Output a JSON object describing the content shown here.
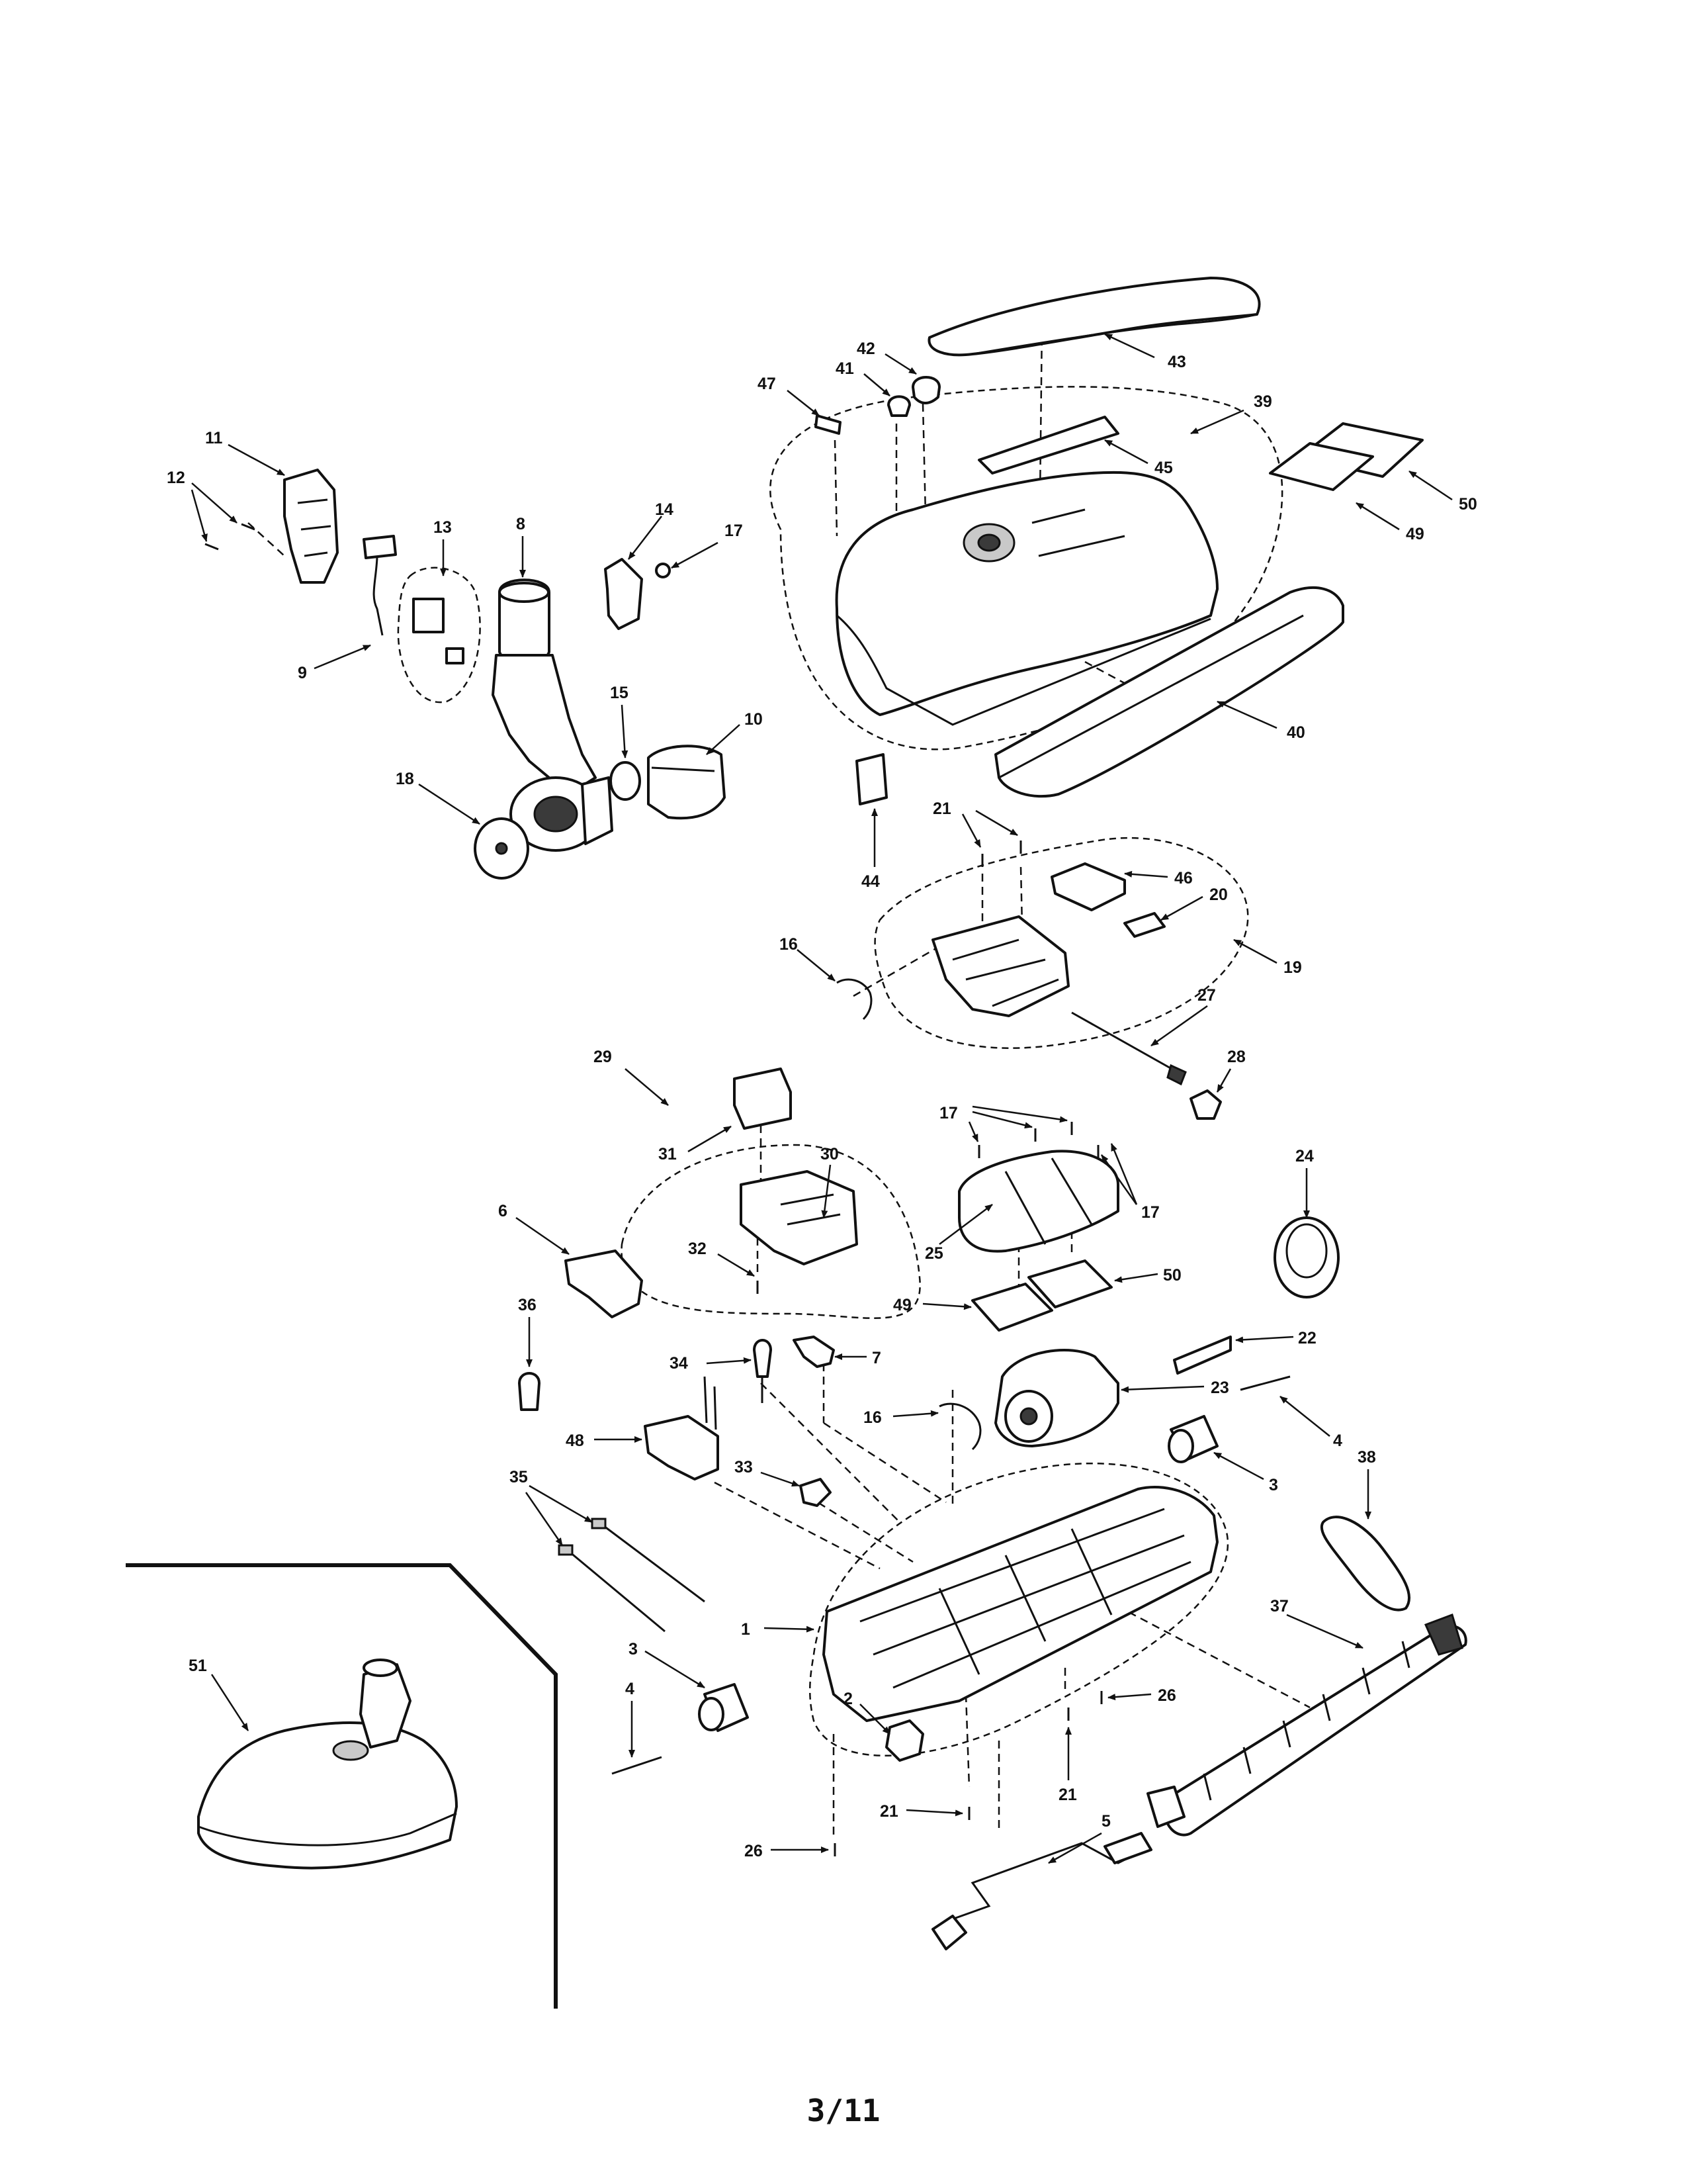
{
  "diagram": {
    "page_number": "3/11",
    "part_labels": {
      "p1": "1",
      "p2": "2",
      "p3a": "3",
      "p3b": "3",
      "p4a": "4",
      "p4b": "4",
      "p5": "5",
      "p6": "6",
      "p7": "7",
      "p8": "8",
      "p9": "9",
      "p10": "10",
      "p11": "11",
      "p12": "12",
      "p13": "13",
      "p14": "14",
      "p15": "15",
      "p16a": "16",
      "p16b": "16",
      "p17a": "17",
      "p17b": "17",
      "p17c": "17",
      "p18": "18",
      "p19": "19",
      "p20": "20",
      "p21a": "21",
      "p21b": "21",
      "p21c": "21",
      "p22": "22",
      "p23": "23",
      "p24": "24",
      "p25": "25",
      "p26a": "26",
      "p26b": "26",
      "p27": "27",
      "p28": "28",
      "p29": "29",
      "p30": "30",
      "p31": "31",
      "p32": "32",
      "p33": "33",
      "p34": "34",
      "p35": "35",
      "p36": "36",
      "p37": "37",
      "p38": "38",
      "p39": "39",
      "p40": "40",
      "p41": "41",
      "p42": "42",
      "p43": "43",
      "p44": "44",
      "p45": "45",
      "p46": "46",
      "p47": "47",
      "p48": "48",
      "p49a": "49",
      "p49b": "49",
      "p50a": "50",
      "p50b": "50",
      "p51": "51"
    }
  }
}
